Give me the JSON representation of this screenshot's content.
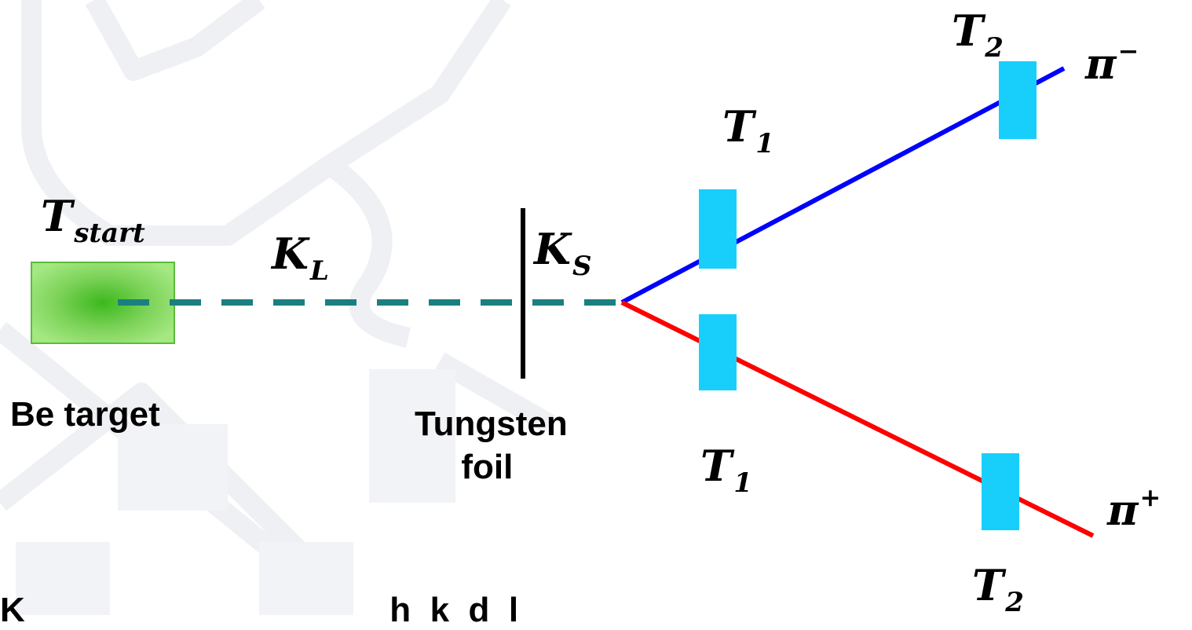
{
  "colors": {
    "background": "#ffffff",
    "watermark": "#f0f2f5",
    "target_fill": "#8fdc6a",
    "target_center": "#3cb81e",
    "kaon_dash": "#1b7f80",
    "foil": "#000000",
    "pi_minus_track": "#0000ff",
    "pi_plus_track": "#ff0000",
    "timing_station": "#18cffb"
  },
  "labels": {
    "t_start": {
      "base": "T",
      "sub": "start"
    },
    "k_long": {
      "base": "K",
      "sub": "L"
    },
    "k_short": {
      "base": "K",
      "sub": "S"
    },
    "t1_upper": {
      "base": "T",
      "sub": "1"
    },
    "t1_lower": {
      "base": "T",
      "sub": "1"
    },
    "t2_upper": {
      "base": "T",
      "sub": "2"
    },
    "t2_lower": {
      "base": "T",
      "sub": "2"
    },
    "pi_minus": {
      "base": "π",
      "sup": "−"
    },
    "pi_plus": {
      "base": "π",
      "sup": "+"
    },
    "be_target": "Be target",
    "tungsten_line1": "Tungsten",
    "tungsten_line2": "foil",
    "cutoff_text": "K                                      h  k  d  l"
  }
}
